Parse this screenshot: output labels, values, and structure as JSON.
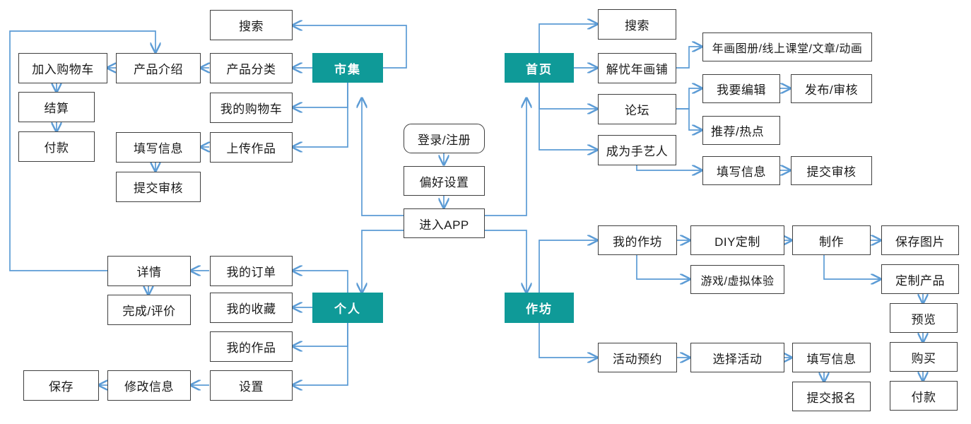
{
  "meta": {
    "title": "APP 功能架构流程图",
    "accent_teal": "#0f9a98",
    "connector_blue": "#5b9bd5",
    "node_border": "#3f3f3f"
  },
  "hubs": [
    {
      "id": "shiji",
      "label": "市集"
    },
    {
      "id": "shouye",
      "label": "首页"
    },
    {
      "id": "geren",
      "label": "个人"
    },
    {
      "id": "zuofang",
      "label": "作坊"
    }
  ],
  "entry": {
    "login": "登录/注册",
    "prefs": "偏好设置",
    "enter_app": "进入APP"
  },
  "market": {
    "search": "搜索",
    "category": "产品分类",
    "product_intro": "产品介绍",
    "add_cart": "加入购物车",
    "checkout": "结算",
    "pay": "付款",
    "my_cart": "我的购物车",
    "upload_work": "上传作品",
    "fill_info": "填写信息",
    "submit_review": "提交审核"
  },
  "home": {
    "search": "搜索",
    "shop": "解忧年画铺",
    "shop_items": "年画图册/线上课堂/文章/动画",
    "forum": "论坛",
    "edit": "我要编辑",
    "publish_review": "发布/审核",
    "recommend": "推荐/热点",
    "become_artisan": "成为手艺人",
    "fill_info": "填写信息",
    "submit_review": "提交审核"
  },
  "personal": {
    "my_orders": "我的订单",
    "detail": "详情",
    "finish_review": "完成/评价",
    "my_favorites": "我的收藏",
    "my_works": "我的作品",
    "settings": "设置",
    "edit_info": "修改信息",
    "save": "保存"
  },
  "workshop": {
    "my_workshop": "我的作坊",
    "diy": "DIY定制",
    "make": "制作",
    "save_image": "保存图片",
    "game_vr": "游戏/虚拟体验",
    "custom_product": "定制产品",
    "preview": "预览",
    "buy": "购买",
    "pay": "付款",
    "activity_booking": "活动预约",
    "choose_activity": "选择活动",
    "fill_info": "填写信息",
    "submit_signup": "提交报名"
  }
}
